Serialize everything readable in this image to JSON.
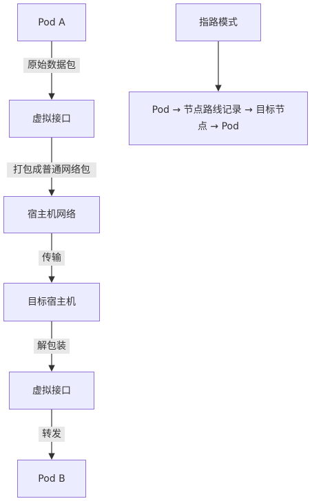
{
  "diagram": {
    "nodes": {
      "pod_a": "Pod A",
      "vif1": "虚拟接口",
      "host_net": "宿主机网络",
      "target_host": "目标宿主机",
      "vif2": "虚拟接口",
      "pod_b": "Pod B",
      "route_mode": "指路模式",
      "route_desc": "Pod → 节点路线记录 → 目标节点 → Pod"
    },
    "edges": {
      "e1": "原始数据包",
      "e2": "打包成普通网络包",
      "e3": "传输",
      "e4": "解包装",
      "e5": "转发"
    }
  },
  "colors": {
    "node_fill": "#ECECFF",
    "node_stroke": "#9370DB",
    "edge": "#333333",
    "label_bg": "#e8e8e8"
  }
}
